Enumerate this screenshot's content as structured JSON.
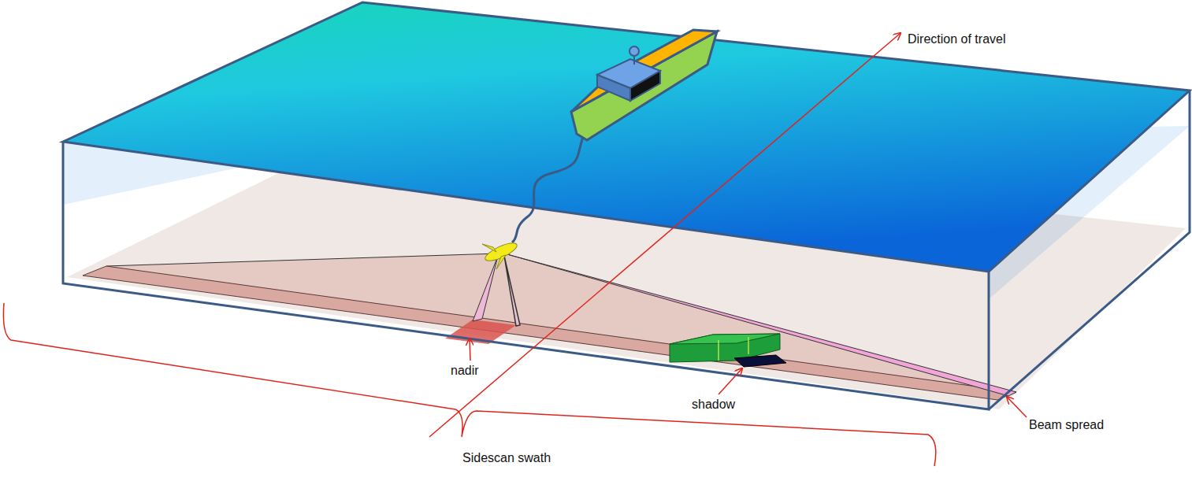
{
  "diagram": {
    "labels": [
      "Direction of travel",
      "nadir",
      "shadow",
      "Beam spread",
      "Sidescan swath"
    ]
  }
}
